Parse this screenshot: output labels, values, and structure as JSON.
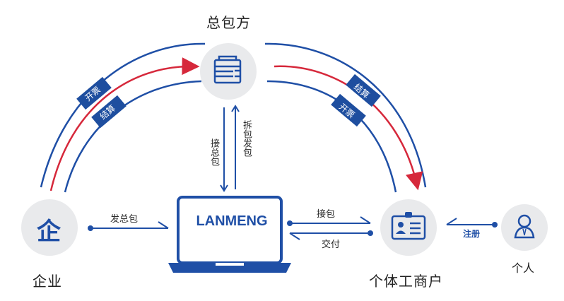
{
  "nodes": {
    "contractor": "总包方",
    "enterprise": "企业",
    "individual_business": "个体工商户",
    "person": "个人",
    "platform": "LANMENG",
    "enterprise_glyph": "企"
  },
  "labels": {
    "invoice_left": "开票",
    "settle_left": "结算",
    "settle_right": "结算",
    "invoice_right": "开票",
    "receive_total": "接总包",
    "split_send": "拆包发包",
    "send_total": "发总包",
    "receive_package": "接包",
    "deliver": "交付",
    "register": "注册"
  },
  "colors": {
    "blue": "#1f4fa6",
    "red": "#d6283b",
    "circle": "#e9eaec",
    "badge": "#1e4e9f"
  }
}
